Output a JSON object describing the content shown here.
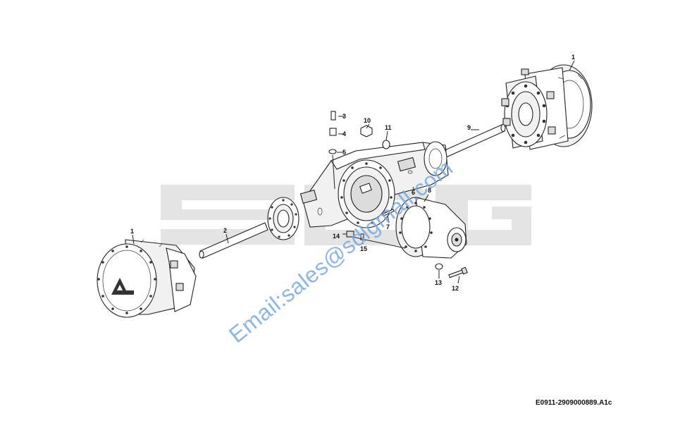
{
  "watermark": {
    "brand_text": "SDLG",
    "email": "Email:sales@sdlgmall.com",
    "brand_color": "#e3e3e3",
    "email_color": "#78aae1"
  },
  "drawing_code": "E0911-2909000889.A1c",
  "callouts": {
    "c1_right": "1",
    "c1_left": "1",
    "c2": "2",
    "c3": "3",
    "c4": "4",
    "c5": "5",
    "c6": "6",
    "c7": "7",
    "c8": "8",
    "c9": "9",
    "c10": "10",
    "c11": "11",
    "c12": "12",
    "c13": "13",
    "c14": "14",
    "c15": "15"
  }
}
